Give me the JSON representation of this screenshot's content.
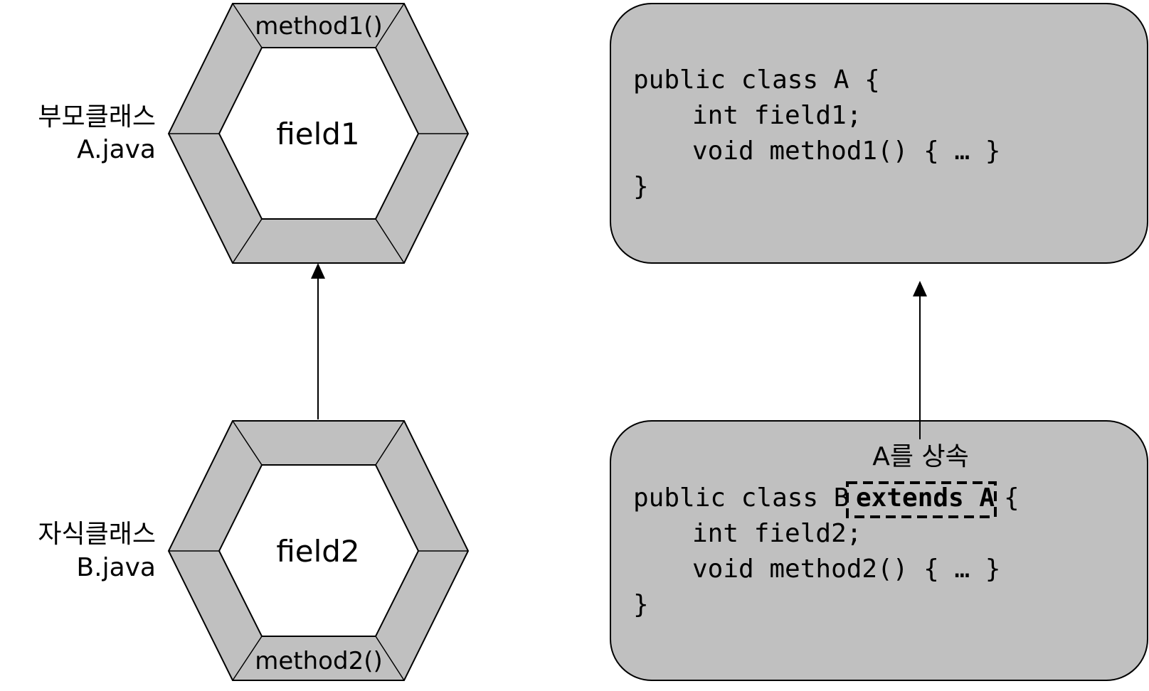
{
  "parent": {
    "label_kr": "부모클래스",
    "file": "A.java",
    "field": "field1",
    "method": "method1()"
  },
  "child": {
    "label_kr": "자식클래스",
    "file": "B.java",
    "field": "field2",
    "method": "method2()"
  },
  "code_a": {
    "line1": "public class A {",
    "line2": "int field1;",
    "line3": "void method1() { … }",
    "line4": "}"
  },
  "code_b": {
    "line1_pre": "public class B",
    "line1_ext": "extends A",
    "line1_post": "{",
    "line2": "int field2;",
    "line3": "void method2() { … }",
    "line4": "}"
  },
  "inherit_label": "A를 상속",
  "colors": {
    "fill_gray": "#c0c0c0",
    "stroke": "#000000",
    "background": "#ffffff"
  }
}
